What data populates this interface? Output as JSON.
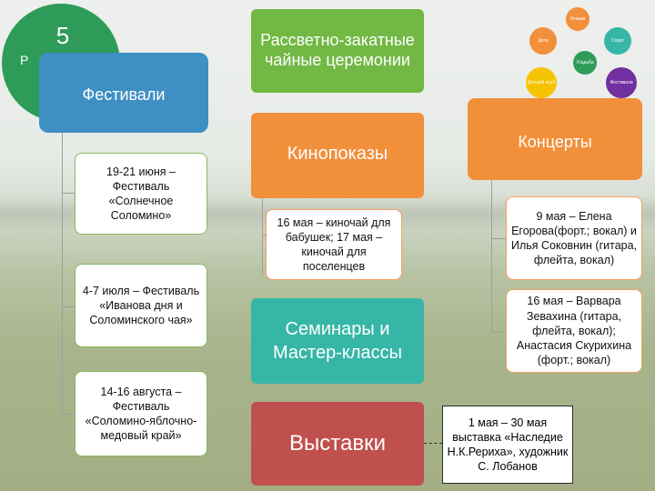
{
  "circle": {
    "number": "5",
    "partial_letter": "Р",
    "color": "#2e9c58"
  },
  "festivals": {
    "title": "Фестивали",
    "color": "#3e8fc3",
    "items": [
      "19-21 июня – Фестиваль «Солнечное Соломино»",
      "4-7 июля – Фестиваль «Иванова дня и Соломинского чая»",
      "14-16 августа – Фестиваль «Соломино-яблочно-медовый край»"
    ]
  },
  "center": {
    "tea": {
      "label": "Рассветно-закатные чайные церемонии",
      "color": "#72b844"
    },
    "film": {
      "label": "Кинопоказы",
      "color": "#f28f3b",
      "detail": "16 мая – киночай для бабушек; 17 мая – киночай для поселенцев"
    },
    "seminars": {
      "label": "Семинары и Мастер-классы",
      "color": "#36b6a6"
    },
    "exhibitions": {
      "label": "Выставки",
      "color": "#c0504d"
    }
  },
  "concerts": {
    "title": "Концерты",
    "color": "#f28f3b",
    "items": [
      "9 мая – Елена Егорова(форт.; вокал) и Илья Соковнин (гитара, флейта, вокал)",
      "16 мая – Варвара Зевахина (гитара, флейта, вокал); Анастасия Скурихина (форт.; вокал)"
    ]
  },
  "exhibition_note": "1 мая – 30 мая выставка «Наследие Н.К.Рериха», художник С. Лобанов",
  "mini_diagram": {
    "nodes": [
      {
        "label": "Лекции",
        "color": "#f28f3b"
      },
      {
        "label": "Дети",
        "color": "#f28f3b"
      },
      {
        "label": "Спорт",
        "color": "#36b6a6"
      },
      {
        "label": "Усадьба",
        "color": "#2e9c58"
      },
      {
        "label": "Детский клуб",
        "color": "#f5c400"
      },
      {
        "label": "Фестивали",
        "color": "#7030a0"
      }
    ]
  }
}
